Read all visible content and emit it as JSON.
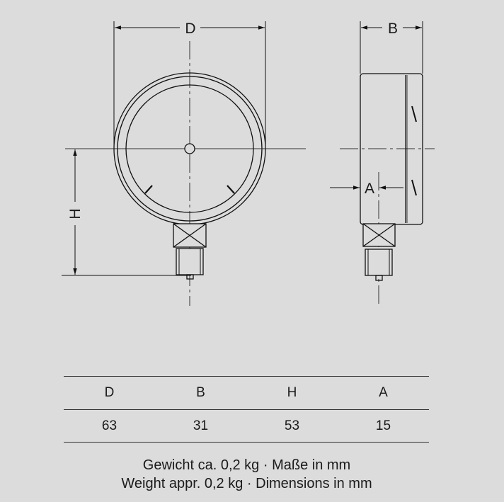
{
  "drawing": {
    "front_view": {
      "width_label": "D",
      "height_label": "H"
    },
    "side_view": {
      "depth_label": "B",
      "offset_label": "A"
    }
  },
  "table": {
    "headers": [
      "D",
      "B",
      "H",
      "A"
    ],
    "values": [
      "63",
      "31",
      "53",
      "15"
    ]
  },
  "notes": {
    "de": "Gewicht ca. 0,2 kg · Maße in mm",
    "en": "Weight appr. 0,2 kg · Dimensions in mm"
  }
}
